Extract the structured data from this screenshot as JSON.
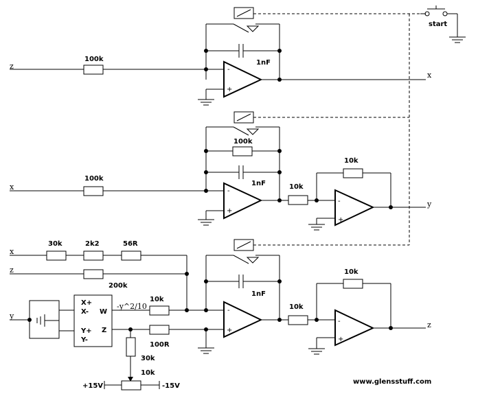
{
  "signals": {
    "z_in_1": "z",
    "x_out_1": "x",
    "x_in_2": "x",
    "y_out_2": "y",
    "x_in_3": "x",
    "z_in_3": "z",
    "y_in_3": "y",
    "z_out_3": "z"
  },
  "components": {
    "r_100k_1": "100k",
    "c_1nF_1": "1nF",
    "r_100k_2": "100k",
    "r_100k_fb_2": "100k",
    "c_1nF_2": "1nF",
    "r_10k_2a": "10k",
    "r_10k_2b": "10k",
    "r_30k": "30k",
    "r_2k2": "2k2",
    "r_56R": "56R",
    "r_200k": "200k",
    "r_10k_3a": "10k",
    "r_100R": "100R",
    "c_1nF_3": "1nF",
    "r_10k_3b": "10k",
    "r_10k_3c": "10k",
    "r_30k_pot": "30k",
    "pot_10k": "10k"
  },
  "multiplier": {
    "xplus": "X+",
    "xminus": "X-",
    "yplus": "Y+",
    "yminus": "Y-",
    "w": "W",
    "z": "Z",
    "expression": "-y^2/10"
  },
  "supply": {
    "positive": "+15V",
    "negative": "-15V"
  },
  "amp_pins": {
    "minus": "-",
    "plus": "+"
  },
  "switch": {
    "label": "start"
  },
  "footer": {
    "website": "www.glensstuff.com"
  }
}
